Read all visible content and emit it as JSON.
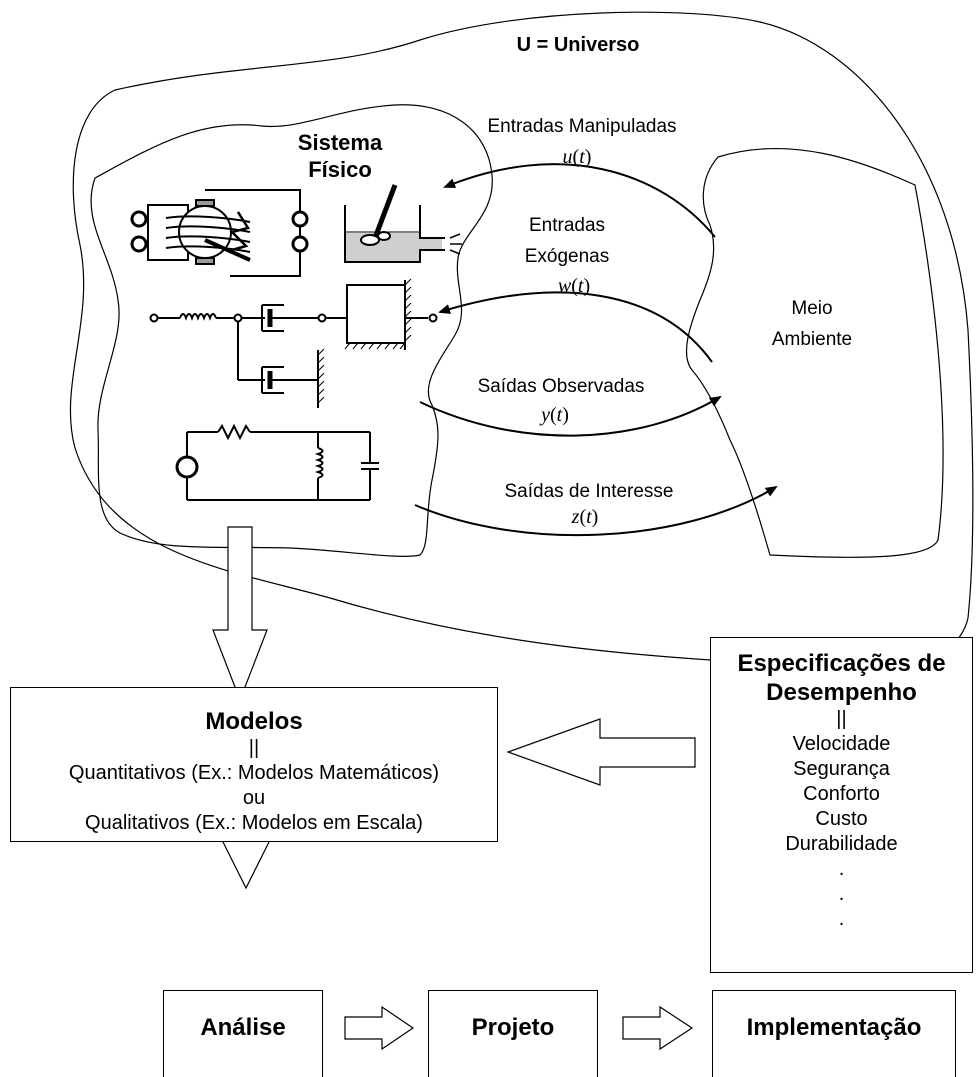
{
  "universe": {
    "label": "U = Universo"
  },
  "physical_system": {
    "title_line1": "Sistema",
    "title_line2": "Físico"
  },
  "environment": {
    "line1": "Meio",
    "line2": "Ambiente"
  },
  "signals": [
    {
      "label": "Entradas Manipuladas",
      "symbol": "u",
      "arg": "t"
    },
    {
      "label_line1": "Entradas",
      "label_line2": "Exógenas",
      "symbol": "w",
      "arg": "t"
    },
    {
      "label": "Saídas Observadas",
      "symbol": "y",
      "arg": "t"
    },
    {
      "label": "Saídas de Interesse",
      "symbol": "z",
      "arg": "t"
    }
  ],
  "models": {
    "title": "Modelos",
    "separator": "||",
    "line1": "Quantitativos (Ex.: Modelos Matemáticos)",
    "line2": "ou",
    "line3": "Qualitativos (Ex.: Modelos em Escala)"
  },
  "specifications": {
    "title_line1": "Especificações de",
    "title_line2": "Desempenho",
    "separator": "||",
    "items": [
      "Velocidade",
      "Segurança",
      "Conforto",
      "Custo",
      "Durabilidade"
    ],
    "dots": [
      ".",
      ".",
      "."
    ]
  },
  "pipeline": [
    {
      "label": "Análise"
    },
    {
      "label": "Projeto"
    },
    {
      "label": "Implementação"
    }
  ]
}
